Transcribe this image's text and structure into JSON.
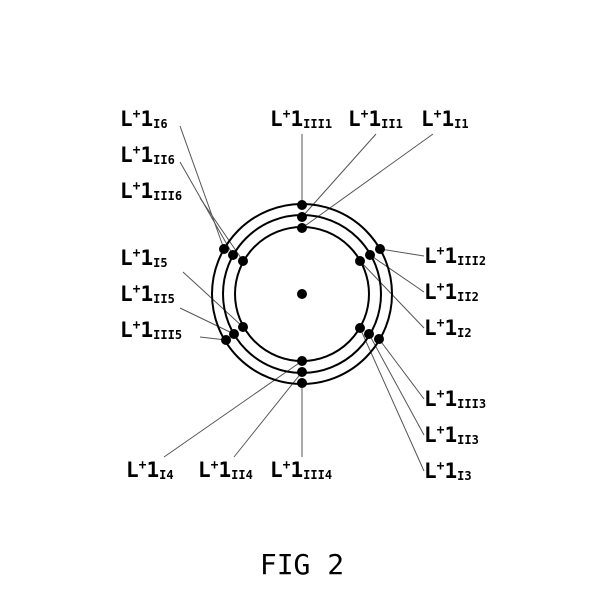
{
  "figure": {
    "caption": "FIG 2",
    "center_dot": true,
    "rings": [
      "I",
      "II",
      "III"
    ],
    "labels": [
      {
        "id": "I6",
        "base": "L",
        "sup": "+",
        "num": "1",
        "sub": "I",
        "sub_num": "6"
      },
      {
        "id": "II6",
        "base": "L",
        "sup": "+",
        "num": "1",
        "sub": "II",
        "sub_num": "6"
      },
      {
        "id": "III6",
        "base": "L",
        "sup": "+",
        "num": "1",
        "sub": "III",
        "sub_num": "6"
      },
      {
        "id": "III1",
        "base": "L",
        "sup": "+",
        "num": "1",
        "sub": "III",
        "sub_num": "1"
      },
      {
        "id": "II1",
        "base": "L",
        "sup": "+",
        "num": "1",
        "sub": "II",
        "sub_num": "1"
      },
      {
        "id": "I1",
        "base": "L",
        "sup": "+",
        "num": "1",
        "sub": "I",
        "sub_num": "1"
      },
      {
        "id": "I5",
        "base": "L",
        "sup": "+",
        "num": "1",
        "sub": "I",
        "sub_num": "5"
      },
      {
        "id": "II5",
        "base": "L",
        "sup": "+",
        "num": "1",
        "sub": "II",
        "sub_num": "5"
      },
      {
        "id": "III5",
        "base": "L",
        "sup": "+",
        "num": "1",
        "sub": "III",
        "sub_num": "5"
      },
      {
        "id": "III2",
        "base": "L",
        "sup": "+",
        "num": "1",
        "sub": "III",
        "sub_num": "2"
      },
      {
        "id": "II2",
        "base": "L",
        "sup": "+",
        "num": "1",
        "sub": "II",
        "sub_num": "2"
      },
      {
        "id": "I2",
        "base": "L",
        "sup": "+",
        "num": "1",
        "sub": "I",
        "sub_num": "2"
      },
      {
        "id": "III3",
        "base": "L",
        "sup": "+",
        "num": "1",
        "sub": "III",
        "sub_num": "3"
      },
      {
        "id": "II3",
        "base": "L",
        "sup": "+",
        "num": "1",
        "sub": "II",
        "sub_num": "3"
      },
      {
        "id": "I3",
        "base": "L",
        "sup": "+",
        "num": "1",
        "sub": "I",
        "sub_num": "3"
      },
      {
        "id": "I4",
        "base": "L",
        "sup": "+",
        "num": "1",
        "sub": "I",
        "sub_num": "4"
      },
      {
        "id": "II4",
        "base": "L",
        "sup": "+",
        "num": "1",
        "sub": "II",
        "sub_num": "4"
      },
      {
        "id": "III4",
        "base": "L",
        "sup": "+",
        "num": "1",
        "sub": "III",
        "sub_num": "4"
      }
    ]
  }
}
